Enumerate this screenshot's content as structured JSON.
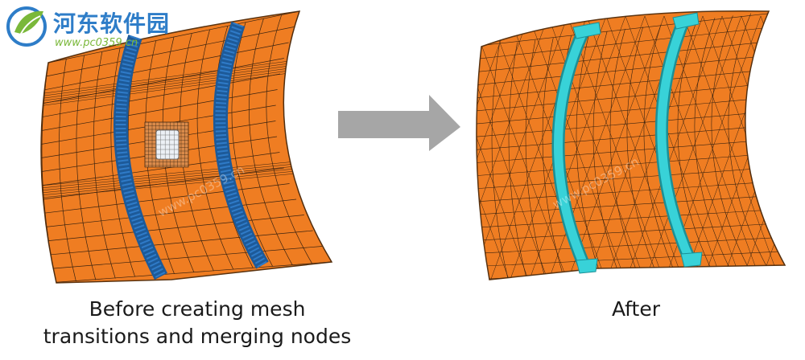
{
  "figure": {
    "before_caption_line1": "Before creating mesh",
    "before_caption_line2": "transitions and merging nodes",
    "after_caption": "After"
  },
  "watermark": {
    "title": "河东软件园",
    "url": "www.pc0359.cn"
  },
  "colors": {
    "shell_orange": "#ef7d22",
    "mesh_line": "#3a2310",
    "before_ring_blue": "#2f7bc8",
    "after_ring_cyan": "#38d2d8",
    "arrow_gray": "#a6a6a6",
    "patch_white": "#ecf0f5"
  },
  "icons": {
    "logo": "leaf-logo-icon",
    "arrow": "right-arrow-icon"
  }
}
